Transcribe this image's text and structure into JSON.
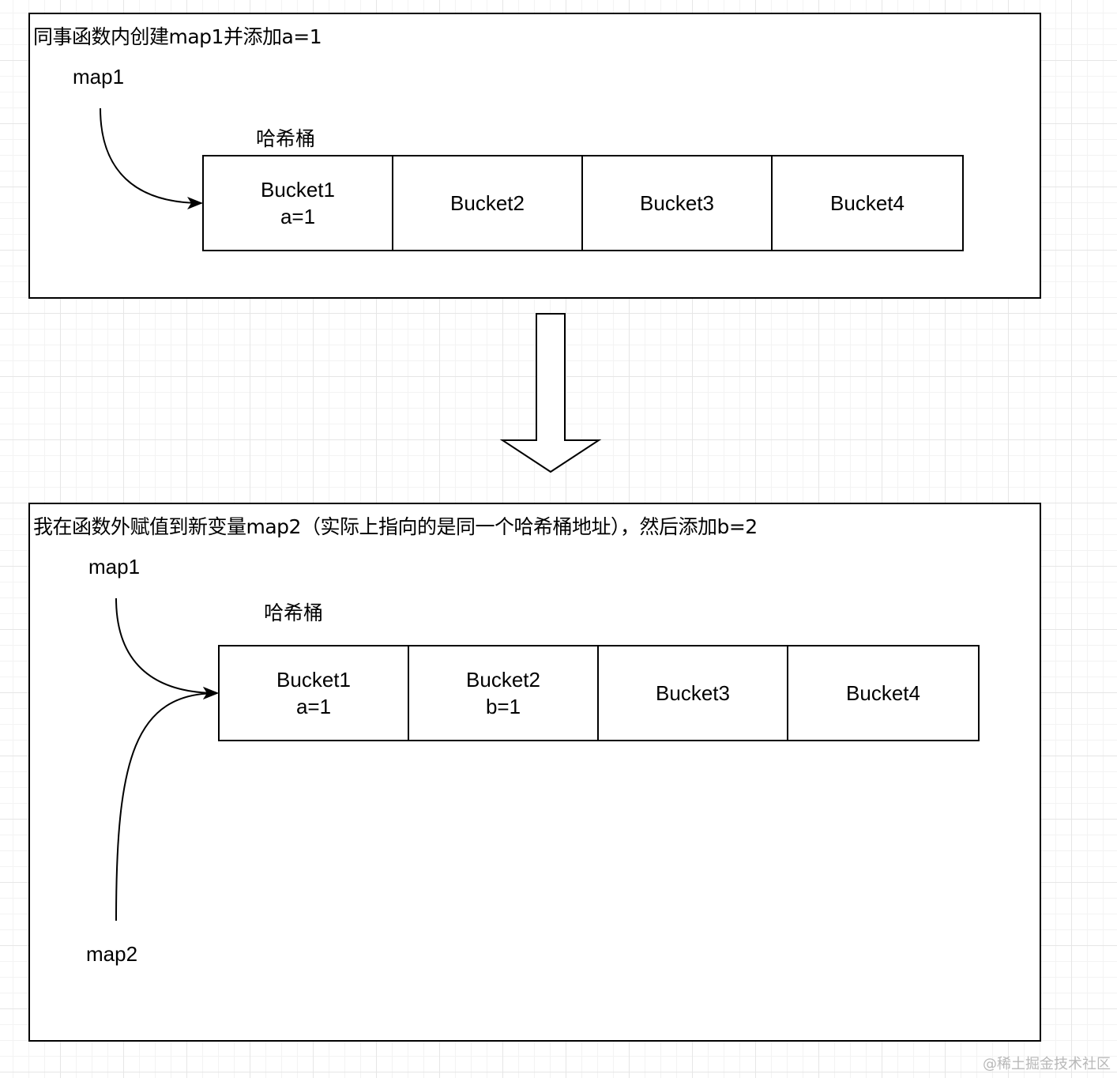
{
  "panel1": {
    "title": "同事函数内创建map1并添加a=1",
    "map1_label": "map1",
    "bucket_title": "哈希桶",
    "buckets": [
      {
        "name": "Bucket1",
        "value": "a=1"
      },
      {
        "name": "Bucket2",
        "value": ""
      },
      {
        "name": "Bucket3",
        "value": ""
      },
      {
        "name": "Bucket4",
        "value": ""
      }
    ]
  },
  "panel2": {
    "title": "我在函数外赋值到新变量map2（实际上指向的是同一个哈希桶地址），然后添加b=2",
    "map1_label": "map1",
    "map2_label": "map2",
    "bucket_title": "哈希桶",
    "buckets": [
      {
        "name": "Bucket1",
        "value": "a=1"
      },
      {
        "name": "Bucket2",
        "value": "b=1"
      },
      {
        "name": "Bucket3",
        "value": ""
      },
      {
        "name": "Bucket4",
        "value": ""
      }
    ]
  },
  "watermark": "@稀土掘金技术社区",
  "colors": {
    "stroke": "#000000",
    "grid_major": "#e6e6e6",
    "grid_minor": "#f3f3f3"
  }
}
